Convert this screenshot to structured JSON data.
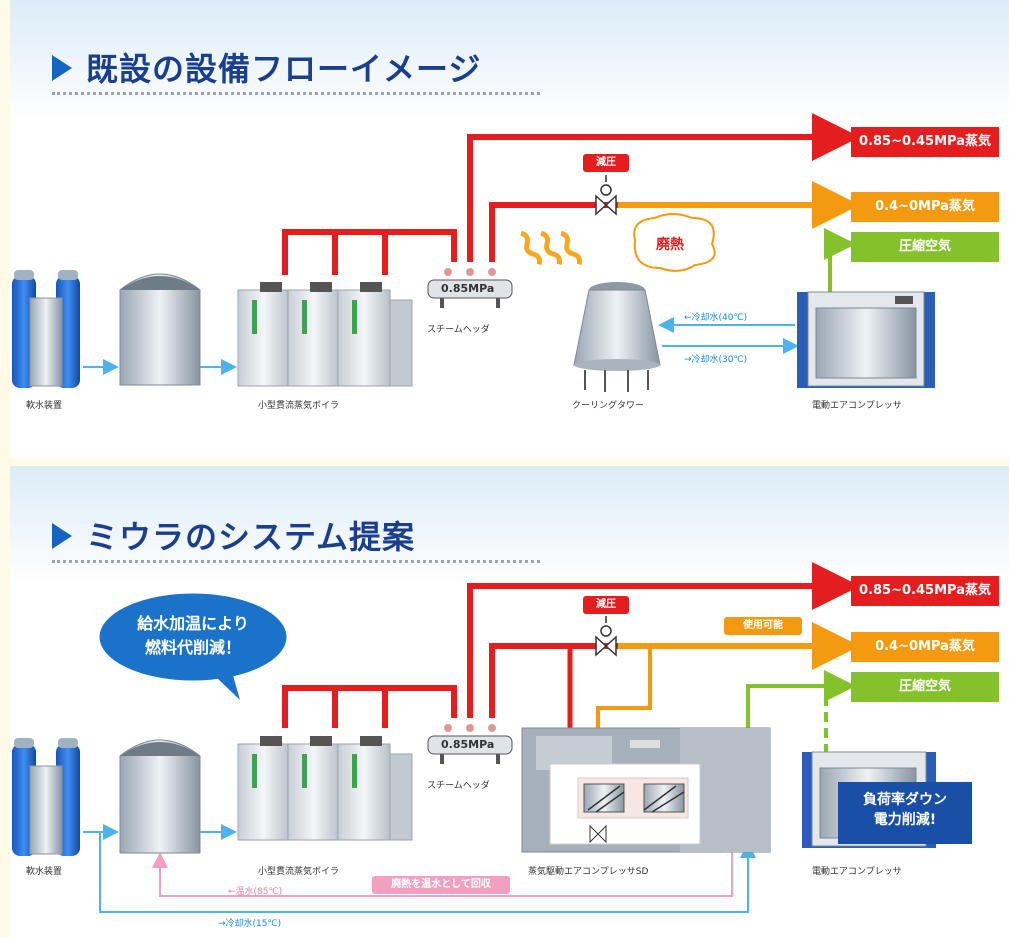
{
  "section1": {
    "title": "既設の設備フローイメージ",
    "outputs": {
      "steam_high": "0.85~0.45MPa蒸気",
      "steam_low": "0.4~0MPa蒸気",
      "air": "圧縮空気"
    },
    "reducing_label": "減圧",
    "header_pressure": "0.85MPa",
    "waste_heat": "廃熱",
    "cooling_water_return": "←冷却水(40℃)",
    "cooling_water_supply": "→冷却水(30℃)",
    "equipment": {
      "softener": "軟水装置",
      "boiler": "小型貫流蒸気ボイラ",
      "steam_header": "スチームヘッダ",
      "cooling_tower": "クーリングタワー",
      "compressor": "電動エアコンプレッサ"
    }
  },
  "section2": {
    "title": "ミウラのシステム提案",
    "outputs": {
      "steam_high": "0.85~0.45MPa蒸気",
      "steam_low": "0.4~0MPa蒸気",
      "air": "圧縮空気"
    },
    "reducing_label": "減圧",
    "usable_label": "使用可能",
    "header_pressure": "0.85MPa",
    "bubble_line1": "給水加温により",
    "bubble_line2": "燃料代削減！",
    "load_line1": "負荷率ダウン",
    "load_line2": "電力削減!",
    "recovery_label": "廃熱を温水として回収",
    "hot_water": "←温水(85℃)",
    "cooling_water": "→冷却水(15℃)",
    "equipment": {
      "softener": "軟水装置",
      "boiler": "小型貫流蒸気ボイラ",
      "steam_header": "スチームヘッダ",
      "sd_compressor": "蒸気駆動エアコンプレッサSD",
      "compressor": "電動エアコンプレッサ"
    }
  },
  "colors": {
    "steam_high": "#e41e1e",
    "steam_low": "#f39a11",
    "air": "#84c12b",
    "water": "#4db3ec",
    "hot_water": "#f2a0bf",
    "title": "#1b3f8f"
  }
}
